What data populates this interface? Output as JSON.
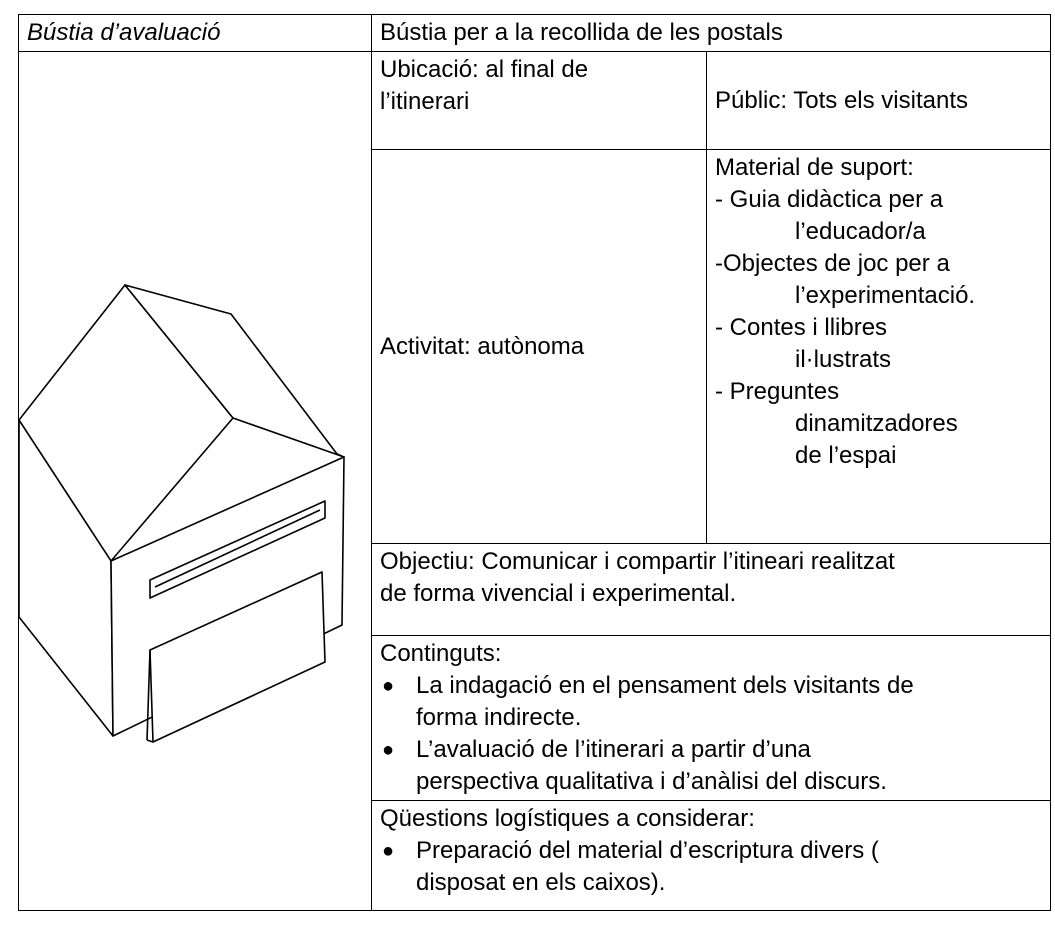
{
  "header": {
    "left": "Bústia d’avaluació",
    "right": "Bústia per a la recollida de les postals"
  },
  "illustration": {
    "icon": "mailbox-house-icon"
  },
  "ubicacio": {
    "line1": "Ubicació: al final de",
    "line2": "l’itinerari"
  },
  "public": "Públic: Tots els visitants",
  "activitat": "Activitat:  autònoma",
  "material": {
    "title": "Material de suport:",
    "lines": [
      "- Guia didàctica per a",
      "l’educador/a",
      "-Objectes de joc per a",
      "l’experimentació.",
      "- Contes i llibres",
      "il·lustrats",
      "- Preguntes",
      "dinamitzadores",
      "de l’espai"
    ]
  },
  "objectiu": {
    "line1": "Objectiu: Comunicar i compartir  l’itineari realitzat",
    "line2": "de forma vivencial i experimental."
  },
  "continguts": {
    "title": "Continguts:",
    "items": [
      {
        "line1": "La indagació en el pensament dels visitants de",
        "line2": "forma indirecte."
      },
      {
        "line1": "L’avaluació de l’itinerari a partir d’una",
        "line2": "perspectiva qualitativa i d’anàlisi del discurs."
      }
    ]
  },
  "questions": {
    "title": "Qüestions logístiques  a considerar:",
    "items": [
      {
        "line1": "Preparació del material d’escriptura divers (",
        "line2": "disposat en els caixos)."
      }
    ]
  }
}
